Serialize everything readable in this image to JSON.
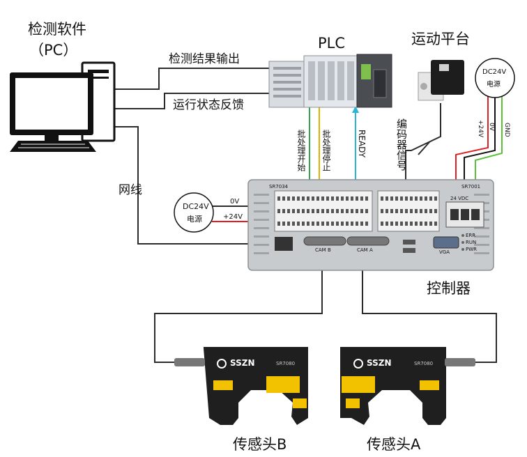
{
  "labels": {
    "software_title": "检测软件",
    "software_sub": "（PC）",
    "plc": "PLC",
    "motion_platform": "运动平台",
    "result_output": "检测结果输出",
    "status_feedback": "运行状态反馈",
    "network_cable": "网线",
    "batch_start": "批处理开始",
    "batch_stop": "批处理停止",
    "ready": "READY",
    "encoder_signal": "编码器信号",
    "controller": "控制器",
    "sensor_b": "传感头B",
    "sensor_a": "传感头A"
  },
  "power_left": {
    "line1": "DC24V",
    "line2": "电源",
    "zero_v": "0V",
    "plus_24v": "+24V"
  },
  "power_right": {
    "line1": "DC24V",
    "line2": "电源",
    "plus_24v": "+24V",
    "zero_v": "0V",
    "gnd": "GND"
  },
  "controller_panel": {
    "model_left": "SR7034",
    "model_right": "SR7001",
    "cam_b": "CAM B",
    "cam_a": "CAM A",
    "vga": "VGA",
    "vdc": "24 VDC",
    "err": "ERR",
    "run": "RUN",
    "pwr": "PWR"
  },
  "sensor_b_body": {
    "brand": "SSZN",
    "model": "SR7080"
  },
  "sensor_a_body": {
    "brand": "SSZN",
    "model": "SR7080"
  },
  "colors": {
    "line_dark": "#2b2b2b",
    "signal_green": "#2fa84f",
    "signal_yellow": "#e2b100",
    "signal_cyan": "#29b6d6",
    "wire_red": "#e02020",
    "wire_green": "#5bbf3a",
    "controller_body": "#c8cbce",
    "sensor_body": "#1f1f1f",
    "warning_label": "#f2c200"
  }
}
